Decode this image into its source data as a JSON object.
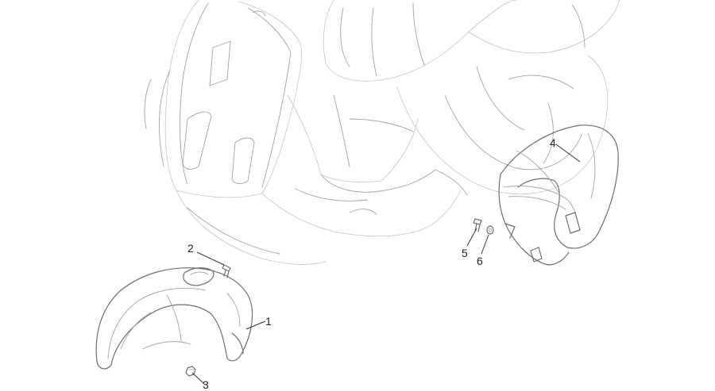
{
  "callouts": [
    {
      "id": "callout-1",
      "label": "1",
      "part": "front-mudguard"
    },
    {
      "id": "callout-2",
      "label": "2",
      "part": "mudguard-screw"
    },
    {
      "id": "callout-3",
      "label": "3",
      "part": "mudguard-nut"
    },
    {
      "id": "callout-4",
      "label": "4",
      "part": "rear-mudguard"
    },
    {
      "id": "callout-5",
      "label": "5",
      "part": "rear-mudguard-screw"
    },
    {
      "id": "callout-6",
      "label": "6",
      "part": "rear-mudguard-washer"
    }
  ],
  "colors": {
    "line": "#6e6e6e",
    "ghost": "#c4c4c4",
    "text": "#222222"
  }
}
